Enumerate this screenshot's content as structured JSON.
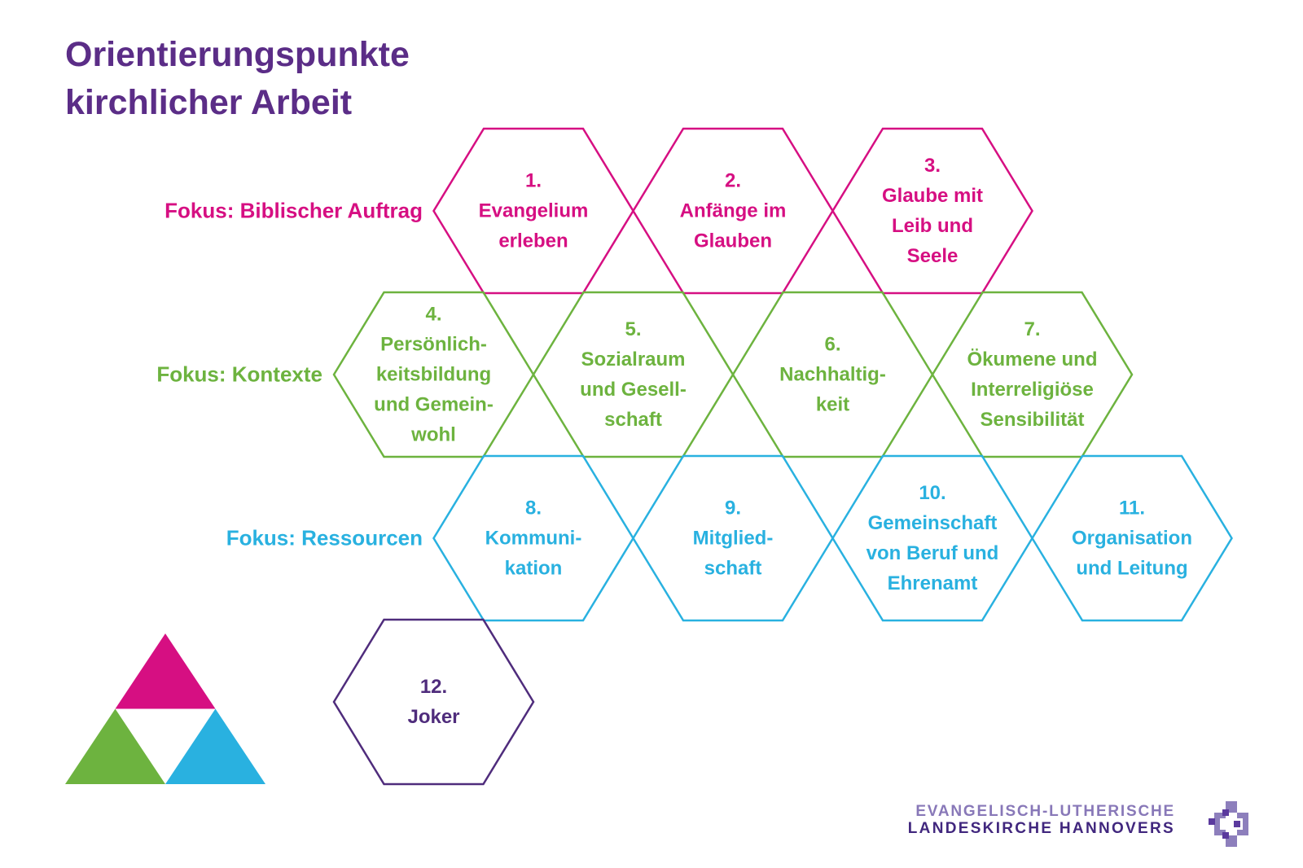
{
  "title": {
    "line1": "Orientierungspunkte",
    "line2": "kirchlicher Arbeit",
    "color": "#5b2d87"
  },
  "rows": [
    {
      "label": "Fokus: Biblischer Auftrag",
      "color": "#d60f82",
      "hexagons": [
        {
          "number": "1",
          "lines": [
            "1.",
            "Evangelium",
            "erleben"
          ]
        },
        {
          "number": "2",
          "lines": [
            "2.",
            "Anfänge im",
            "Glauben"
          ]
        },
        {
          "number": "3",
          "lines": [
            "3.",
            "Glaube mit",
            "Leib und",
            "Seele"
          ]
        }
      ]
    },
    {
      "label": "Fokus: Kontexte",
      "color": "#6db33f",
      "hexagons": [
        {
          "number": "4",
          "lines": [
            "4.",
            "Persönlich-",
            "keitsbildung",
            "und Gemein-",
            "wohl"
          ]
        },
        {
          "number": "5",
          "lines": [
            "5.",
            "Sozialraum",
            "und Gesell-",
            "schaft"
          ]
        },
        {
          "number": "6",
          "lines": [
            "6.",
            "Nachhaltig-",
            "keit"
          ]
        },
        {
          "number": "7",
          "lines": [
            "7.",
            "Ökumene und",
            "Interreligiöse",
            "Sensibilität"
          ]
        }
      ]
    },
    {
      "label": "Fokus: Ressourcen",
      "color": "#29b1e0",
      "hexagons": [
        {
          "number": "8",
          "lines": [
            "8.",
            "Kommuni-",
            "kation"
          ]
        },
        {
          "number": "9",
          "lines": [
            "9.",
            "Mitglied-",
            "schaft"
          ]
        },
        {
          "number": "10",
          "lines": [
            "10.",
            "Gemeinschaft",
            "von Beruf und",
            "Ehrenamt"
          ]
        },
        {
          "number": "11",
          "lines": [
            "11.",
            "Organisation",
            "und Leitung"
          ]
        }
      ]
    }
  ],
  "joker": {
    "color": "#4f2c7c",
    "lines": [
      "12.",
      "Joker"
    ]
  },
  "triangle_logo": {
    "top_color": "#d60f82",
    "left_color": "#6db33f",
    "right_color": "#29b1e0"
  },
  "footer_logo": {
    "line1": "EVANGELISCH-LUTHERISCHE",
    "line2": "LANDESKIRCHE HANNOVERS",
    "line1_color": "#8878b8",
    "line2_color": "#41277e",
    "cross_medium": "#8d7fbc",
    "cross_dark": "#5b3a9e"
  }
}
